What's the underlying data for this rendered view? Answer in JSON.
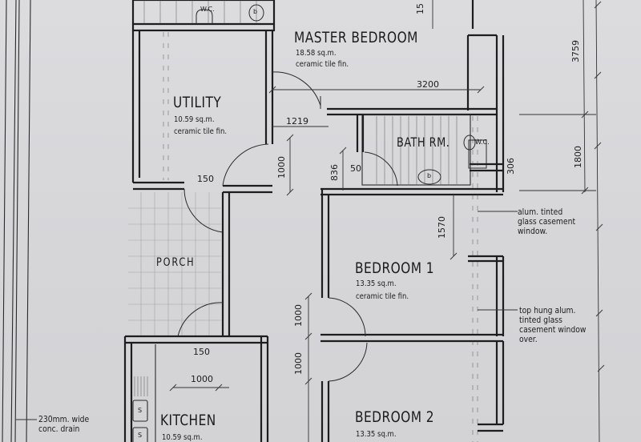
{
  "plan": {
    "rooms": {
      "master_bedroom": {
        "name": "MASTER BEDROOM",
        "area": "18.58 sq.m.",
        "finish": "ceramic tile fin."
      },
      "utility": {
        "name": "UTILITY",
        "area": "10.59 sq.m.",
        "finish": "ceramic tile fin."
      },
      "bath": {
        "name": "BATH RM."
      },
      "porch": {
        "name": "PORCH"
      },
      "bedroom1": {
        "name": "BEDROOM 1",
        "area": "13.35 sq.m.",
        "finish": "ceramic tile fin."
      },
      "kitchen": {
        "name": "KITCHEN",
        "area": "10.59 sq.m."
      },
      "bedroom2": {
        "name": "BEDROOM 2",
        "area": "13.35 sq.m."
      }
    },
    "dimensions": {
      "d_3200": "3200",
      "d_1219": "1219",
      "d_1000_utility": "1000",
      "d_836": "836",
      "d_50": "50",
      "d_150_upper": "150",
      "d_1570": "1570",
      "d_306": "306",
      "d_1800": "1800",
      "d_3759": "3759",
      "d_15": "15",
      "d_1000_bed_a": "1000",
      "d_1000_bed_b": "1000",
      "d_150_lower": "150",
      "d_1000_kitchen": "1000"
    },
    "notes": {
      "casement_window": [
        "alum. tinted",
        "glass casement",
        "window."
      ],
      "top_hung_window": [
        "top hung alum.",
        "tinted glass",
        "casement window",
        "over."
      ],
      "drain": [
        "230mm. wide",
        "conc. drain"
      ]
    },
    "fixtures": {
      "wc": "W.C.",
      "shower": "b",
      "sink": "S",
      "lav": "S"
    }
  }
}
